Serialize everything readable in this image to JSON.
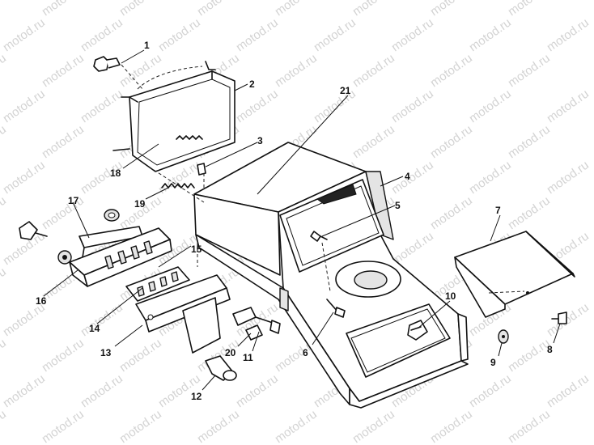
{
  "watermark": "motod.ru",
  "callouts": [
    {
      "id": "1",
      "text": "1"
    },
    {
      "id": "2",
      "text": "2"
    },
    {
      "id": "3",
      "text": "3"
    },
    {
      "id": "4",
      "text": "4"
    },
    {
      "id": "5",
      "text": "5"
    },
    {
      "id": "6",
      "text": "6"
    },
    {
      "id": "7",
      "text": "7"
    },
    {
      "id": "8",
      "text": "8"
    },
    {
      "id": "9",
      "text": "9"
    },
    {
      "id": "10",
      "text": "10"
    },
    {
      "id": "11",
      "text": "11"
    },
    {
      "id": "12",
      "text": "12"
    },
    {
      "id": "13",
      "text": "13"
    },
    {
      "id": "14",
      "text": "14"
    },
    {
      "id": "15",
      "text": "15"
    },
    {
      "id": "16",
      "text": "16"
    },
    {
      "id": "17",
      "text": "17"
    },
    {
      "id": "18",
      "text": "18"
    },
    {
      "id": "19",
      "text": "19"
    },
    {
      "id": "20",
      "text": "20"
    },
    {
      "id": "21",
      "text": "21"
    }
  ]
}
